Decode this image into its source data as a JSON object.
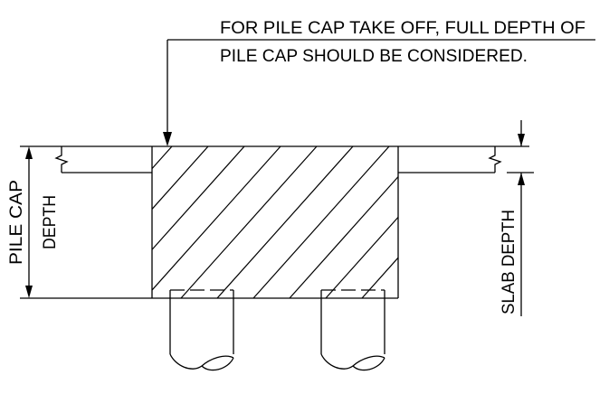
{
  "annotation": {
    "line1": "FOR PILE CAP TAKE OFF, FULL DEPTH OF",
    "line2": "PILE CAP SHOULD BE CONSIDERED."
  },
  "labels": {
    "pile_cap_line1": "PILE CAP",
    "pile_cap_line2": "DEPTH",
    "slab_depth": "SLAB DEPTH"
  },
  "colors": {
    "ink": "#000000",
    "background": "#ffffff"
  }
}
